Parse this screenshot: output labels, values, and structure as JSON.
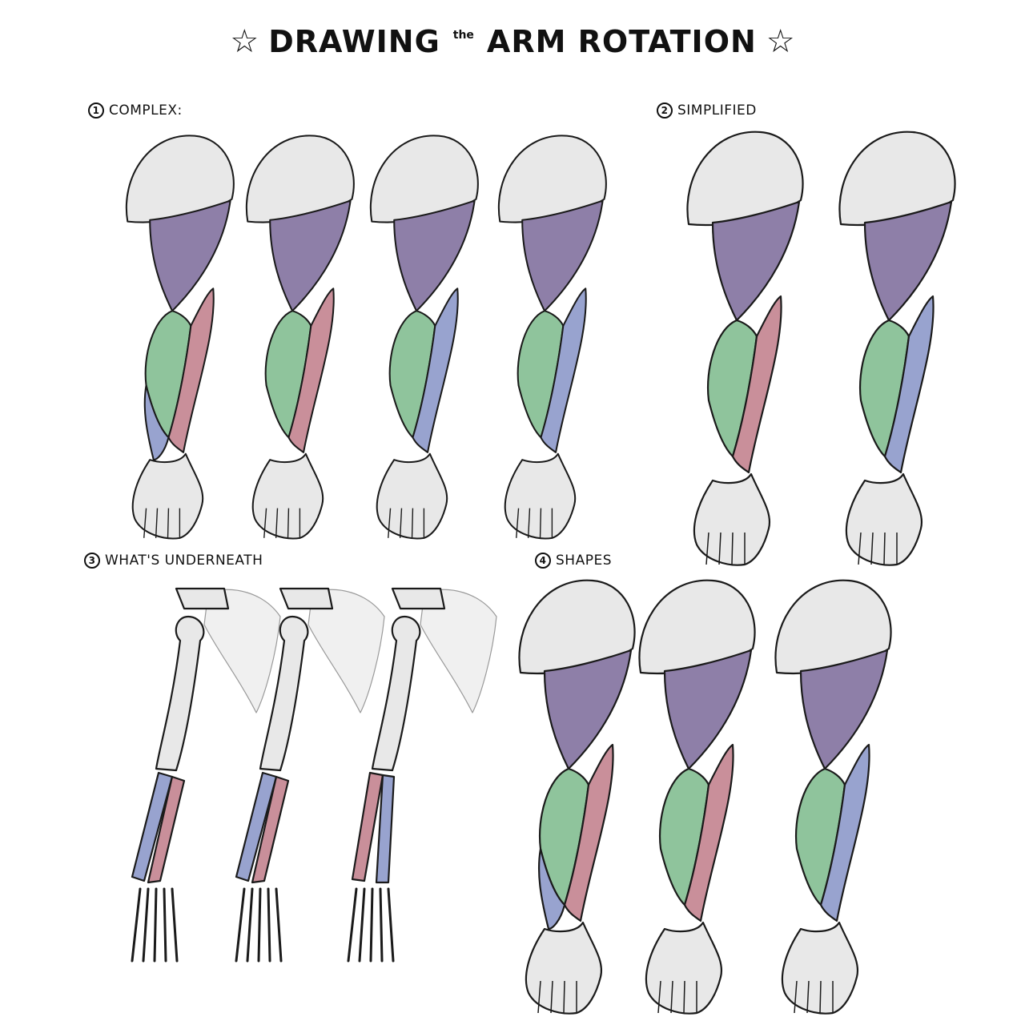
{
  "title": {
    "star_left": "☆",
    "part1": "DRAWING",
    "part2": "the",
    "part3": "ARM ROTATION",
    "star_right": "☆"
  },
  "sections": [
    {
      "num": "1",
      "label": "COMPLEX:"
    },
    {
      "num": "2",
      "label": "SIMPLIFIED"
    },
    {
      "num": "3",
      "label": "WHAT'S UNDERNEATH"
    },
    {
      "num": "4",
      "label": "SHAPES"
    }
  ],
  "colors": {
    "purple": "#8e7fa8",
    "green": "#8fc49c",
    "pink": "#c98f9a",
    "blue": "#98a3cf",
    "skin": "#e8e8e8",
    "outline": "#1a1a1a"
  }
}
